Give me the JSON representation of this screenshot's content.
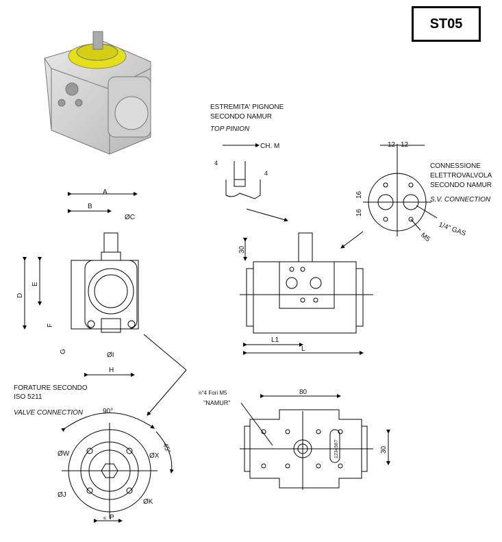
{
  "code_box": {
    "code": "ST05"
  },
  "top_pinion": {
    "line1": "ESTREMITA' PIGNONE",
    "line2": "SECONDO NAMUR",
    "en": "TOP PINION",
    "chm": "CH. M",
    "dim_a": "4",
    "dim_b": "4"
  },
  "sv_connection": {
    "line1": "CONNESSIONE",
    "line2": "ELETTROVALVOLA",
    "line3": "SECONDO NAMUR",
    "en": "S.V. CONNECTION",
    "d12a": "12",
    "d12b": "12",
    "d16a": "16",
    "d16b": "16",
    "gas": "1/4\" GAS",
    "m5": "M5"
  },
  "side_view": {
    "A": "A",
    "B": "B",
    "C": "ØC",
    "D": "D",
    "E": "E",
    "F": "F",
    "G": "G",
    "H": "H",
    "I": "ØI"
  },
  "front_view": {
    "d30": "30",
    "L1": "L1",
    "L": "L"
  },
  "valve_conn": {
    "line1": "FORATURE SECONDO",
    "line2": "ISO 5211",
    "en": "VALVE CONNECTION",
    "a90": "90°",
    "a45": "45°",
    "W": "ØW",
    "X": "ØX",
    "J": "ØJ",
    "K": "ØK",
    "P": "P",
    "s": "≤"
  },
  "bottom_view": {
    "holes": "n°4 Fori M5",
    "namur": "\"NAMUR\"",
    "d80": "80",
    "d30": "30",
    "serial": "1234567"
  }
}
